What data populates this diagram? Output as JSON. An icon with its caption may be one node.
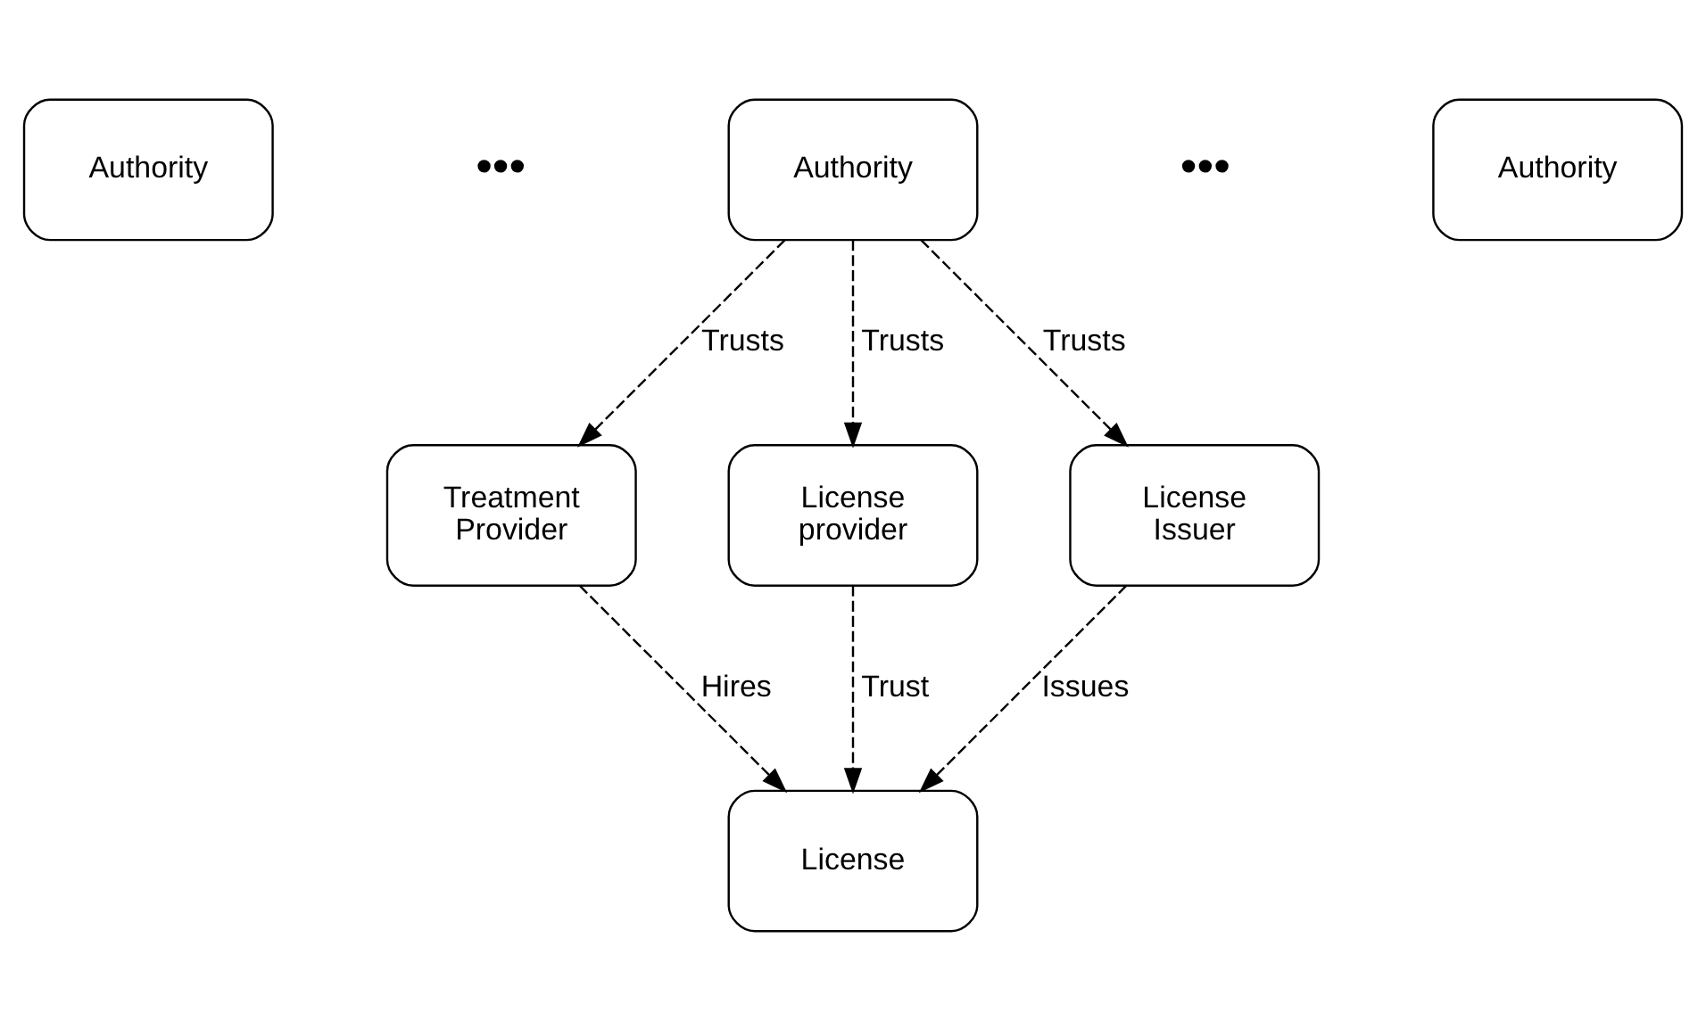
{
  "diagram": {
    "nodes": [
      {
        "text": [
          "Authority"
        ]
      },
      {
        "text": [
          "Authority"
        ]
      },
      {
        "text": [
          "Authority"
        ]
      },
      {
        "text": [
          "Treatment Provider"
        ]
      },
      {
        "text": [
          "License provider"
        ]
      },
      {
        "text": [
          "License Issuer"
        ]
      },
      {
        "text": [
          "License"
        ]
      }
    ],
    "edges": [
      {
        "from": 1,
        "to": 3,
        "arrow": "to",
        "label": "Trusts",
        "style": "dashed"
      },
      {
        "from": 1,
        "to": 4,
        "arrow": "to",
        "label": "Trusts",
        "style": "dashed"
      },
      {
        "from": 1,
        "to": 5,
        "arrow": "to",
        "label": "Trusts",
        "style": "dashed"
      },
      {
        "from": 3,
        "to": 6,
        "arrow": "to",
        "label": "Hires",
        "style": "dashed"
      },
      {
        "from": 4,
        "to": 6,
        "arrow": "to",
        "label": "Trust",
        "style": "dashed"
      },
      {
        "from": 5,
        "to": 6,
        "arrow": "to",
        "label": "Issues",
        "style": "dashed"
      }
    ],
    "labels": [
      "•••",
      "•••"
    ]
  }
}
